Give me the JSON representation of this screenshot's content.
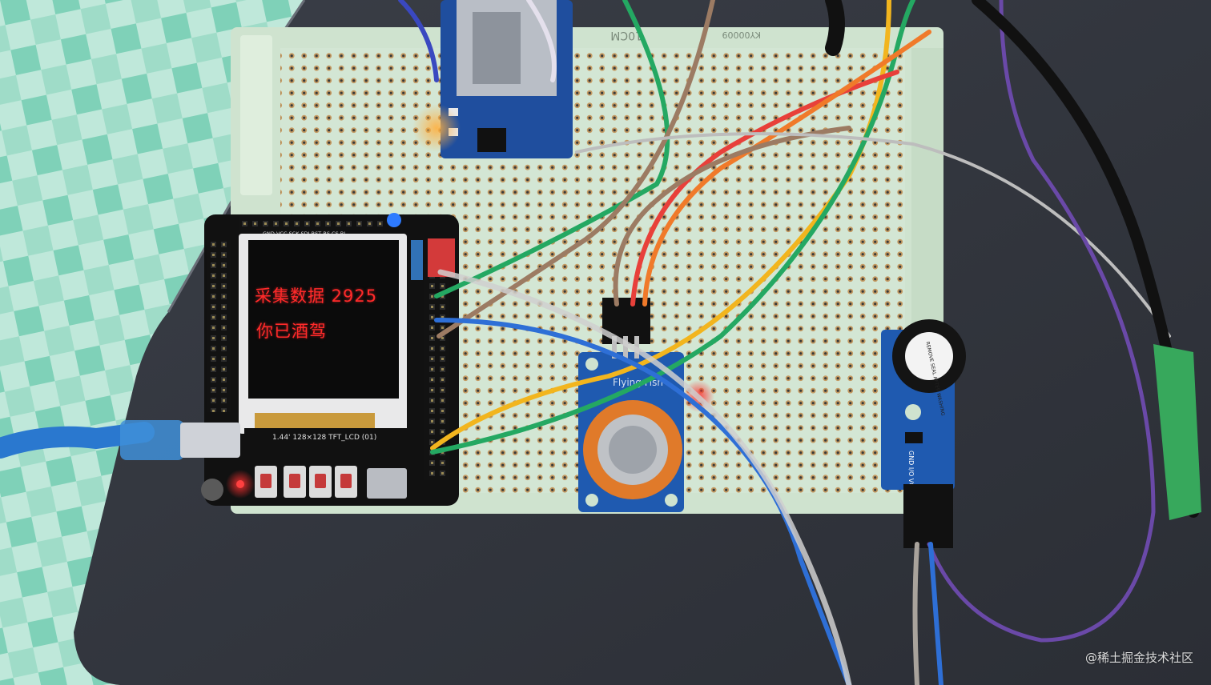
{
  "photo": {
    "subject": "breadboard-alcohol-sensor-project"
  },
  "lcd": {
    "line1": "采集数据 2925",
    "line2": "你已酒驾",
    "text_color": "#ff2a2a",
    "board_caption": "1.44'  128×128  TFT_LCD (01)",
    "header_pins": "GND VCC SCK SDI RST RS CS BL"
  },
  "perfboard": {
    "marking": "10CM",
    "code": "KY00009"
  },
  "sensor_board": {
    "label": "Flying Fish"
  },
  "buzzer": {
    "sticker": "REMOVE SEAL AFTER WASHING",
    "pins": "GND I/O VCC"
  },
  "watermark": {
    "text": "@稀土掘金技术社区"
  },
  "colors": {
    "table_check": "#7fd1b8",
    "mat": "#2f333b",
    "perfboard": "#cfe3cf",
    "pcb_black": "#111111",
    "pcb_blue": "#1f4e9e",
    "sensor_ring": "#e07a2a"
  }
}
